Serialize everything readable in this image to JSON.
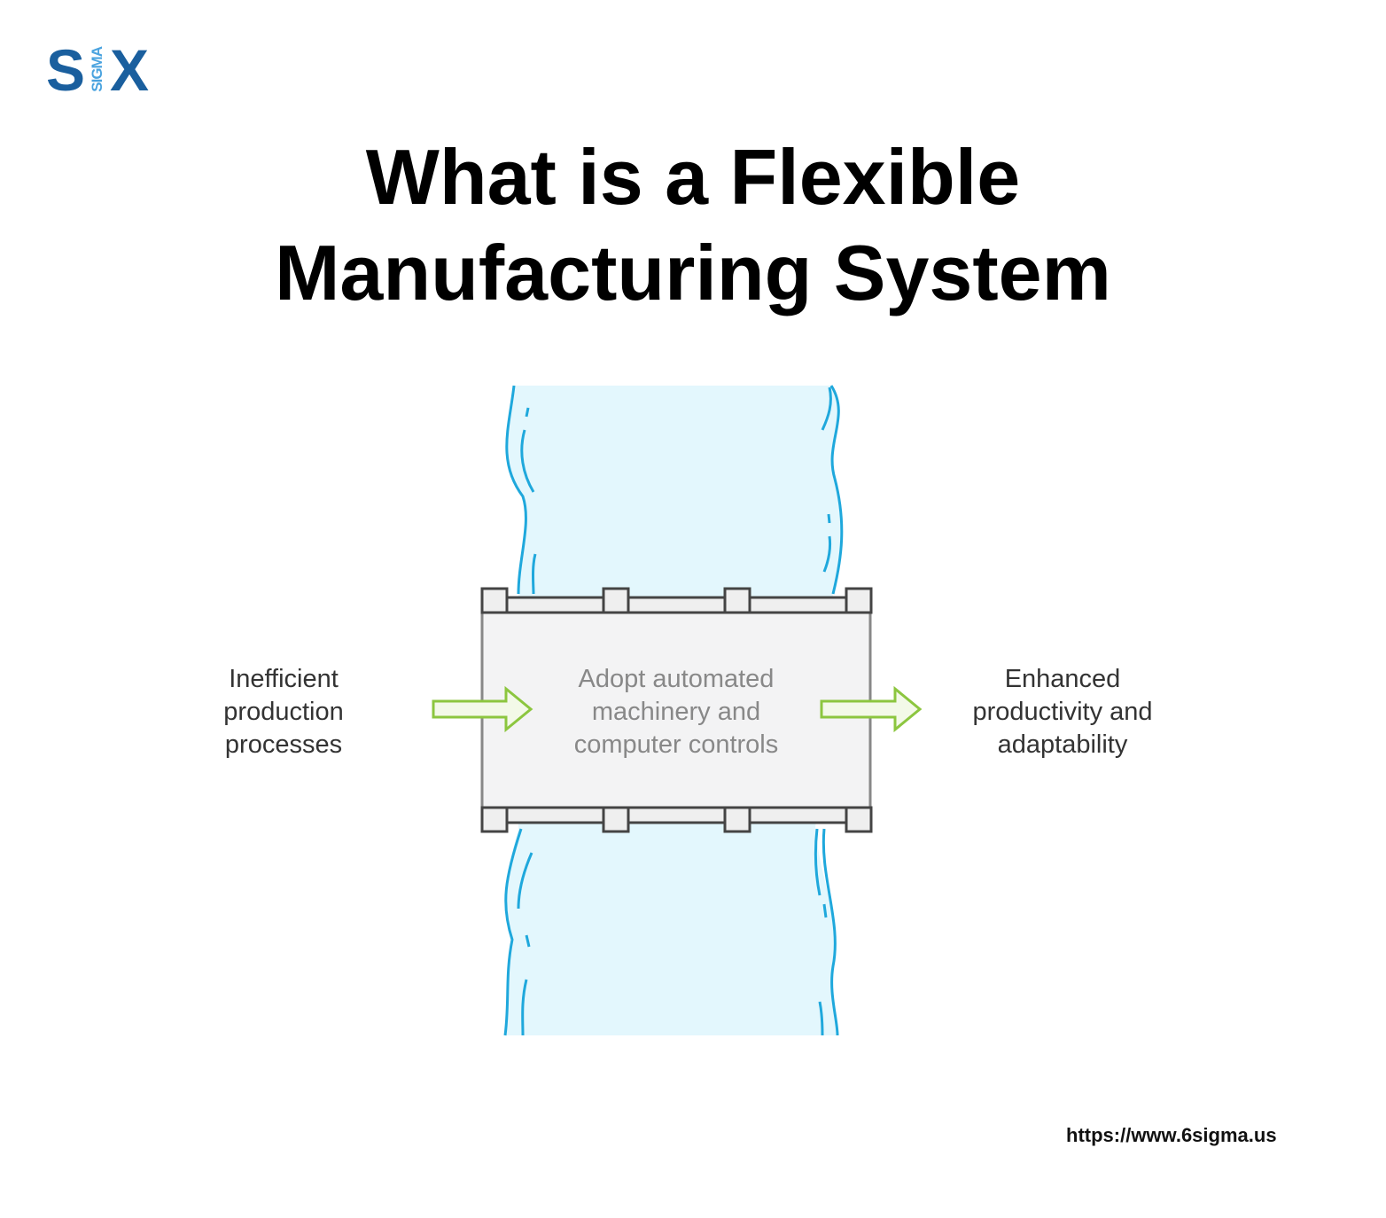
{
  "logo": {
    "letters_left": "S",
    "letters_vertical": "SIGMA",
    "letters_right": "X"
  },
  "title": {
    "line1": "What is a Flexible",
    "line2": "Manufacturing System"
  },
  "diagram": {
    "input": {
      "line1": "Inefficient",
      "line2": "production",
      "line3": "processes"
    },
    "process": {
      "line1": "Adopt automated",
      "line2": "machinery and",
      "line3": "computer controls"
    },
    "output": {
      "line1": "Enhanced",
      "line2": "productivity and",
      "line3": "adaptability"
    },
    "colors": {
      "river": "#e3f7fd",
      "river_line": "#1fa8dc",
      "arrow": "#8cc63f",
      "box": "#f3f3f4",
      "box_stroke": "#444444"
    }
  },
  "footer": {
    "url": "https://www.6sigma.us"
  }
}
